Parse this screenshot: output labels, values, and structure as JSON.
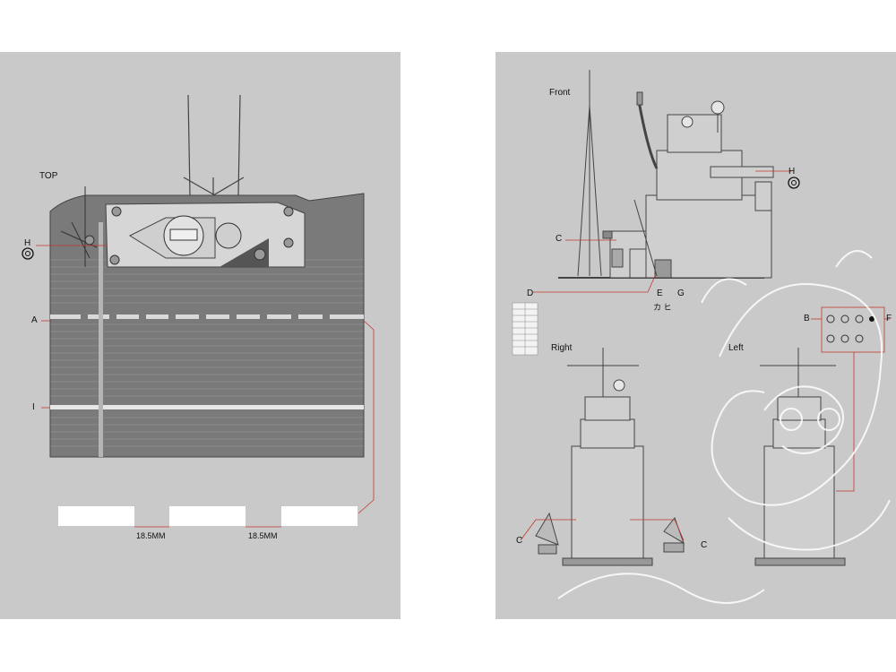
{
  "left": {
    "view_label": "TOP",
    "labels": {
      "h": "H",
      "a": "A",
      "i": "I"
    },
    "dimensions": [
      "18.5MM",
      "18.5MM"
    ]
  },
  "right": {
    "view_labels": {
      "front": "Front",
      "right": "Right",
      "left": "Left"
    },
    "labels": {
      "c": "C",
      "d": "D",
      "e": "E",
      "g": "G",
      "h": "H",
      "b": "B",
      "f": "F"
    },
    "small_text": "カ ヒ"
  },
  "colors": {
    "panel": "#c9c9c9",
    "line": "#555555",
    "callout": "#c0392b",
    "deck": "#6f6f6f"
  }
}
